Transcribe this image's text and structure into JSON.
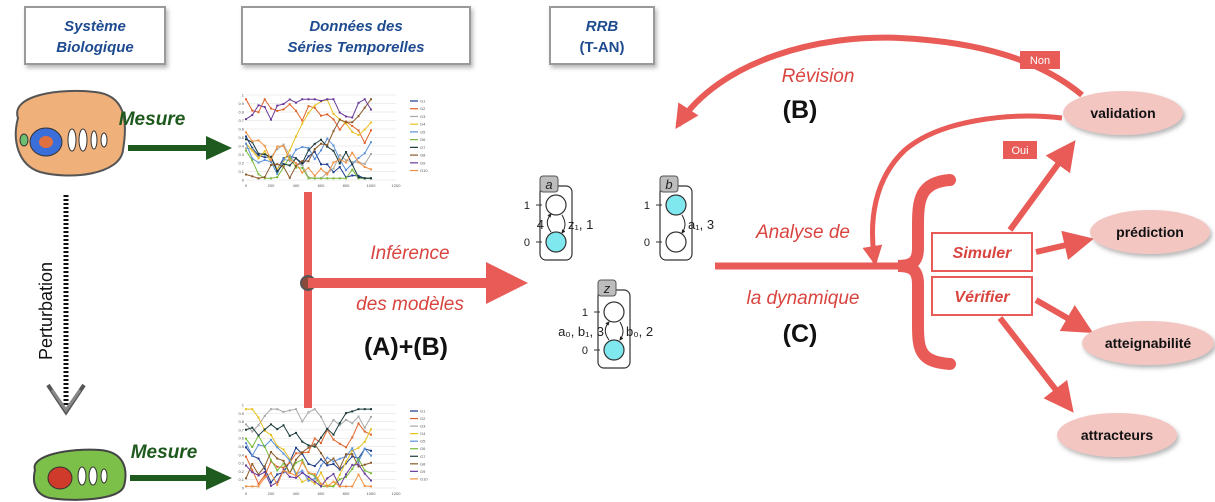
{
  "headers": {
    "systeme_line1": "Système",
    "systeme_line2": "Biologique",
    "donnees_line1": "Données des",
    "donnees_line2": "Séries Temporelles",
    "rrb_line1": "RRB",
    "rrb_line2": "(T-AN)"
  },
  "labels": {
    "mesure_top": "Mesure",
    "mesure_bottom": "Mesure",
    "perturbation": "Perturbation",
    "inference_line1": "Inférence",
    "inference_line2": "des modèles",
    "inference_code": "(A)+(B)",
    "revision": "Révision",
    "revision_code": "(B)",
    "analyse_line1": "Analyse de",
    "analyse_line2": "la dynamique",
    "analyse_code": "(C)",
    "non": "Non",
    "oui": "Oui"
  },
  "actions": {
    "simuler": "Simuler",
    "verifier": "Vérifier"
  },
  "outcomes": {
    "validation": "validation",
    "prediction": "prédiction",
    "atteignabilite": "atteignabilité",
    "attracteurs": "attracteurs"
  },
  "model": {
    "node_a": "a",
    "node_b": "b",
    "node_z": "z",
    "level_1": "1",
    "level_0": "0",
    "a_left_label": "4",
    "a_right_label": "z₁, 1",
    "b_label": "a₁, 3",
    "z_left_label": "a₀, b₁, 3",
    "z_right_label": "b₀, 2"
  },
  "mini_chart": {
    "y_ticks": [
      "0",
      "0.1",
      "0.2",
      "0.3",
      "0.4",
      "0.5",
      "0.6",
      "0.7",
      "0.8",
      "0.9",
      "1"
    ],
    "x_ticks": [
      "0",
      "200",
      "400",
      "600",
      "800",
      "1000",
      "1200"
    ],
    "legend": [
      "G1",
      "G2",
      "G3",
      "G4",
      "G5",
      "G6",
      "G7",
      "G8",
      "G9",
      "G10"
    ]
  },
  "colors": {
    "arrow_red": "#e85b57",
    "arrow_green": "#1f5a1f",
    "header_blue": "#1e4b8f",
    "oval_fill": "#f3c6c2",
    "node_fill": "#7fe7ee"
  }
}
